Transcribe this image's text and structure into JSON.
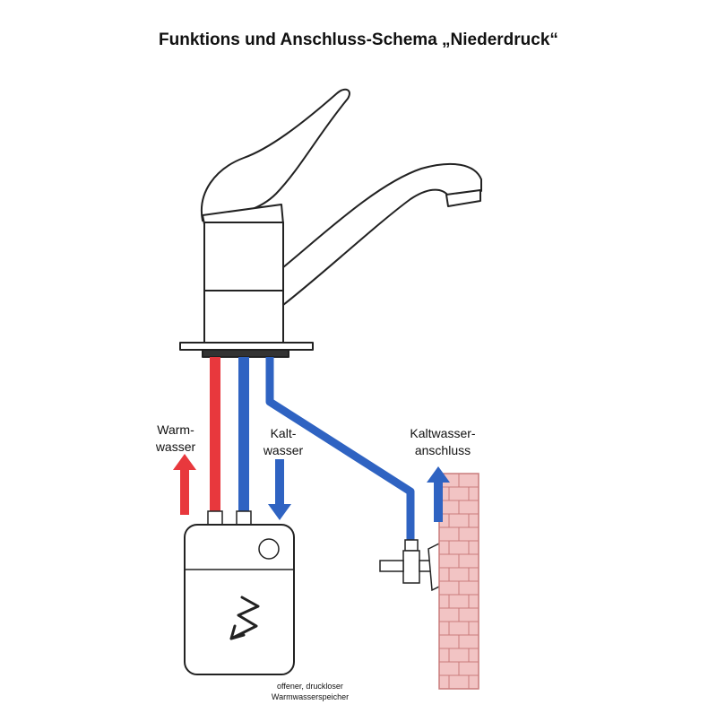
{
  "title": "Funktions und Anschluss-Schema „Niederdruck“",
  "labels": {
    "warm_line1": "Warm-",
    "warm_line2": "wasser",
    "kalt_line1": "Kalt-",
    "kalt_line2": "wasser",
    "anschluss_line1": "Kaltwasser-",
    "anschluss_line2": "anschluss",
    "speicher_line1": "offener, druckloser",
    "speicher_line2": "Warmwasserspeicher"
  },
  "colors": {
    "hot": "#e8383d",
    "cold": "#2f63c2",
    "brick_fill": "#f2c4c4",
    "brick_line": "#c97b7b",
    "outline": "#222222"
  },
  "icons": {
    "heater_symbol": "lightning-bolt-icon"
  }
}
